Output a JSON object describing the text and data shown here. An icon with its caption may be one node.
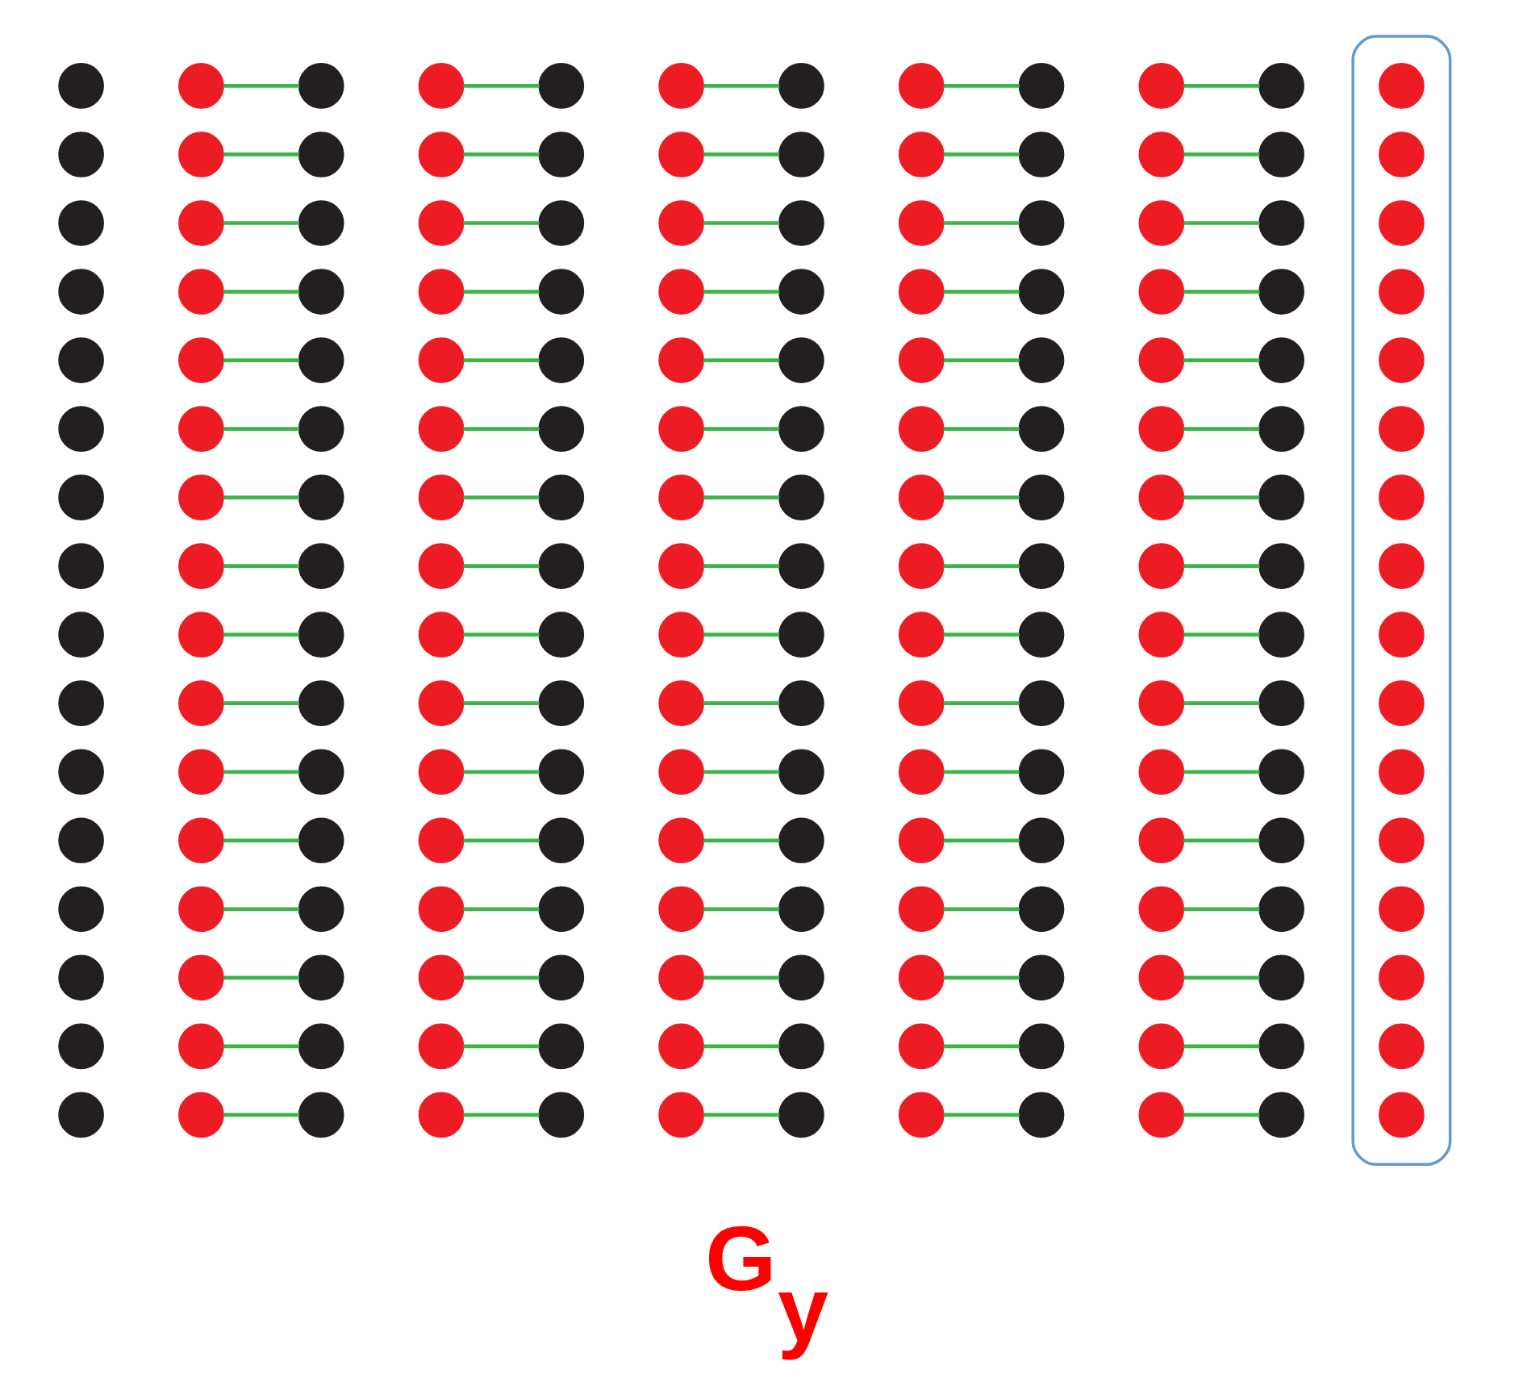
{
  "diagram": {
    "caption": "G$_{y}$",
    "nodes": [
      {
        "text": [],
        "shape": "circle"
      },
      {
        "text": [],
        "shape": "circle"
      },
      {
        "text": [],
        "shape": "circle"
      },
      {
        "text": [],
        "shape": "circle"
      },
      {
        "text": [],
        "shape": "circle"
      },
      {
        "text": [],
        "shape": "circle"
      },
      {
        "text": [],
        "shape": "circle"
      },
      {
        "text": [],
        "shape": "circle"
      },
      {
        "text": [],
        "shape": "circle"
      },
      {
        "text": [],
        "shape": "circle"
      },
      {
        "text": [],
        "shape": "circle"
      },
      {
        "text": [],
        "shape": "circle"
      },
      {
        "text": [],
        "shape": "circle"
      },
      {
        "text": [],
        "shape": "circle"
      },
      {
        "text": [],
        "shape": "circle"
      },
      {
        "text": [],
        "shape": "circle"
      },
      {
        "text": [],
        "shape": "circle"
      },
      {
        "text": [],
        "shape": "circle"
      },
      {
        "text": [],
        "shape": "circle"
      },
      {
        "text": [],
        "shape": "circle"
      },
      {
        "text": [],
        "shape": "circle"
      },
      {
        "text": [],
        "shape": "circle"
      },
      {
        "text": [],
        "shape": "circle"
      },
      {
        "text": [],
        "shape": "circle"
      },
      {
        "text": [],
        "shape": "circle"
      },
      {
        "text": [],
        "shape": "circle"
      },
      {
        "text": [],
        "shape": "circle"
      },
      {
        "text": [],
        "shape": "circle"
      },
      {
        "text": [],
        "shape": "circle"
      },
      {
        "text": [],
        "shape": "circle"
      },
      {
        "text": [],
        "shape": "circle"
      },
      {
        "text": [],
        "shape": "circle"
      },
      {
        "text": [],
        "shape": "circle"
      },
      {
        "text": [],
        "shape": "circle"
      },
      {
        "text": [],
        "shape": "circle"
      },
      {
        "text": [],
        "shape": "circle"
      },
      {
        "text": [],
        "shape": "circle"
      },
      {
        "text": [],
        "shape": "circle"
      },
      {
        "text": [],
        "shape": "circle"
      },
      {
        "text": [],
        "shape": "circle"
      },
      {
        "text": [],
        "shape": "circle"
      },
      {
        "text": [],
        "shape": "circle"
      },
      {
        "text": [],
        "shape": "circle"
      },
      {
        "text": [],
        "shape": "circle"
      },
      {
        "text": [],
        "shape": "circle"
      },
      {
        "text": [],
        "shape": "circle"
      },
      {
        "text": [],
        "shape": "circle"
      },
      {
        "text": [],
        "shape": "circle"
      },
      {
        "text": [],
        "shape": "circle"
      },
      {
        "text": [],
        "shape": "circle"
      },
      {
        "text": [],
        "shape": "circle"
      },
      {
        "text": [],
        "shape": "circle"
      },
      {
        "text": [],
        "shape": "circle"
      },
      {
        "text": [],
        "shape": "circle"
      },
      {
        "text": [],
        "shape": "circle"
      },
      {
        "text": [],
        "shape": "circle"
      },
      {
        "text": [],
        "shape": "circle"
      },
      {
        "text": [],
        "shape": "circle"
      },
      {
        "text": [],
        "shape": "circle"
      },
      {
        "text": [],
        "shape": "circle"
      },
      {
        "text": [],
        "shape": "circle"
      },
      {
        "text": [],
        "shape": "circle"
      },
      {
        "text": [],
        "shape": "circle"
      },
      {
        "text": [],
        "shape": "circle"
      },
      {
        "text": [],
        "shape": "circle"
      },
      {
        "text": [],
        "shape": "circle"
      },
      {
        "text": [],
        "shape": "circle"
      },
      {
        "text": [],
        "shape": "circle"
      },
      {
        "text": [],
        "shape": "circle"
      },
      {
        "text": [],
        "shape": "circle"
      },
      {
        "text": [],
        "shape": "circle"
      },
      {
        "text": [],
        "shape": "circle"
      },
      {
        "text": [],
        "shape": "circle"
      },
      {
        "text": [],
        "shape": "circle"
      },
      {
        "text": [],
        "shape": "circle"
      },
      {
        "text": [],
        "shape": "circle"
      },
      {
        "text": [],
        "shape": "circle"
      },
      {
        "text": [],
        "shape": "circle"
      },
      {
        "text": [],
        "shape": "circle"
      },
      {
        "text": [],
        "shape": "circle"
      },
      {
        "text": [],
        "shape": "circle"
      },
      {
        "text": [],
        "shape": "circle"
      },
      {
        "text": [],
        "shape": "circle"
      },
      {
        "text": [],
        "shape": "circle"
      },
      {
        "text": [],
        "shape": "circle"
      },
      {
        "text": [],
        "shape": "circle"
      },
      {
        "text": [],
        "shape": "circle"
      },
      {
        "text": [],
        "shape": "circle"
      },
      {
        "text": [],
        "shape": "circle"
      },
      {
        "text": [],
        "shape": "circle"
      },
      {
        "text": [],
        "shape": "circle"
      },
      {
        "text": [],
        "shape": "circle"
      },
      {
        "text": [],
        "shape": "circle"
      },
      {
        "text": [],
        "shape": "circle"
      },
      {
        "text": [],
        "shape": "circle"
      },
      {
        "text": [],
        "shape": "circle"
      },
      {
        "text": [],
        "shape": "circle"
      },
      {
        "text": [],
        "shape": "circle"
      },
      {
        "text": [],
        "shape": "circle"
      },
      {
        "text": [],
        "shape": "circle"
      },
      {
        "text": [],
        "shape": "circle"
      },
      {
        "text": [],
        "shape": "circle"
      },
      {
        "text": [],
        "shape": "circle"
      },
      {
        "text": [],
        "shape": "circle"
      },
      {
        "text": [],
        "shape": "circle"
      },
      {
        "text": [],
        "shape": "circle"
      },
      {
        "text": [],
        "shape": "circle"
      },
      {
        "text": [],
        "shape": "circle"
      },
      {
        "text": [],
        "shape": "circle"
      },
      {
        "text": [],
        "shape": "circle"
      },
      {
        "text": [],
        "shape": "circle"
      },
      {
        "text": [],
        "shape": "circle"
      },
      {
        "text": [],
        "shape": "circle"
      },
      {
        "text": [],
        "shape": "circle"
      },
      {
        "text": [],
        "shape": "circle"
      },
      {
        "text": [],
        "shape": "circle"
      },
      {
        "text": [],
        "shape": "circle"
      },
      {
        "text": [],
        "shape": "circle"
      },
      {
        "text": [],
        "shape": "circle"
      },
      {
        "text": [],
        "shape": "circle"
      },
      {
        "text": [],
        "shape": "circle"
      },
      {
        "text": [],
        "shape": "circle"
      },
      {
        "text": [],
        "shape": "circle"
      },
      {
        "text": [],
        "shape": "circle"
      },
      {
        "text": [],
        "shape": "circle"
      },
      {
        "text": [],
        "shape": "circle"
      },
      {
        "text": [],
        "shape": "circle"
      },
      {
        "text": [],
        "shape": "circle"
      },
      {
        "text": [],
        "shape": "circle"
      },
      {
        "text": [],
        "shape": "circle"
      },
      {
        "text": [],
        "shape": "circle"
      },
      {
        "text": [],
        "shape": "circle"
      },
      {
        "text": [],
        "shape": "circle"
      },
      {
        "text": [],
        "shape": "circle"
      },
      {
        "text": [],
        "shape": "circle"
      },
      {
        "text": [],
        "shape": "circle"
      },
      {
        "text": [],
        "shape": "circle"
      },
      {
        "text": [],
        "shape": "circle"
      },
      {
        "text": [],
        "shape": "circle"
      },
      {
        "text": [],
        "shape": "circle"
      },
      {
        "text": [],
        "shape": "circle"
      },
      {
        "text": [],
        "shape": "circle"
      },
      {
        "text": [],
        "shape": "circle"
      },
      {
        "text": [],
        "shape": "circle"
      },
      {
        "text": [],
        "shape": "circle"
      },
      {
        "text": [],
        "shape": "circle"
      },
      {
        "text": [],
        "shape": "circle"
      },
      {
        "text": [],
        "shape": "circle"
      },
      {
        "text": [],
        "shape": "circle"
      },
      {
        "text": [],
        "shape": "circle"
      },
      {
        "text": [],
        "shape": "circle"
      },
      {
        "text": [],
        "shape": "circle"
      },
      {
        "text": [],
        "shape": "circle"
      },
      {
        "text": [],
        "shape": "circle"
      },
      {
        "text": [],
        "shape": "circle"
      },
      {
        "text": [],
        "shape": "circle"
      },
      {
        "text": [],
        "shape": "circle"
      },
      {
        "text": [],
        "shape": "circle"
      },
      {
        "text": [],
        "shape": "circle"
      },
      {
        "text": [],
        "shape": "circle"
      },
      {
        "text": [],
        "shape": "circle"
      },
      {
        "text": [],
        "shape": "circle"
      },
      {
        "text": [],
        "shape": "circle"
      },
      {
        "text": [],
        "shape": "circle"
      },
      {
        "text": [],
        "shape": "circle"
      },
      {
        "text": [],
        "shape": "circle"
      },
      {
        "text": [],
        "shape": "circle"
      },
      {
        "text": [],
        "shape": "circle"
      },
      {
        "text": [],
        "shape": "circle"
      },
      {
        "text": [],
        "shape": "circle"
      },
      {
        "text": [],
        "shape": "circle"
      },
      {
        "text": [],
        "shape": "circle"
      },
      {
        "text": [],
        "shape": "circle"
      },
      {
        "text": [],
        "shape": "circle"
      },
      {
        "text": [],
        "shape": "circle"
      },
      {
        "text": [],
        "shape": "circle"
      },
      {
        "text": [],
        "shape": "ellipse"
      },
      {
        "text": [],
        "shape": "circle",
        "in": 176
      },
      {
        "text": [],
        "shape": "circle",
        "in": 176
      },
      {
        "text": [],
        "shape": "circle",
        "in": 176
      },
      {
        "text": [],
        "shape": "circle",
        "in": 176
      },
      {
        "text": [],
        "shape": "circle",
        "in": 176
      },
      {
        "text": [],
        "shape": "circle",
        "in": 176
      },
      {
        "text": [],
        "shape": "circle",
        "in": 176
      },
      {
        "text": [],
        "shape": "circle",
        "in": 176
      },
      {
        "text": [],
        "shape": "circle",
        "in": 176
      },
      {
        "text": [],
        "shape": "circle",
        "in": 176
      },
      {
        "text": [],
        "shape": "circle",
        "in": 176
      },
      {
        "text": [],
        "shape": "circle",
        "in": 176
      },
      {
        "text": [],
        "shape": "circle",
        "in": 176
      },
      {
        "text": [],
        "shape": "circle",
        "in": 176
      },
      {
        "text": [],
        "shape": "circle",
        "in": 176
      },
      {
        "text": [],
        "shape": "circle",
        "in": 176
      }
    ],
    "edges": [
      {
        "from": 16,
        "to": 32,
        "arrow": "none"
      },
      {
        "from": 17,
        "to": 33,
        "arrow": "none"
      },
      {
        "from": 18,
        "to": 34,
        "arrow": "none"
      },
      {
        "from": 19,
        "to": 35,
        "arrow": "none"
      },
      {
        "from": 20,
        "to": 36,
        "arrow": "none"
      },
      {
        "from": 21,
        "to": 37,
        "arrow": "none"
      },
      {
        "from": 22,
        "to": 38,
        "arrow": "none"
      },
      {
        "from": 23,
        "to": 39,
        "arrow": "none"
      },
      {
        "from": 24,
        "to": 40,
        "arrow": "none"
      },
      {
        "from": 25,
        "to": 41,
        "arrow": "none"
      },
      {
        "from": 26,
        "to": 42,
        "arrow": "none"
      },
      {
        "from": 27,
        "to": 43,
        "arrow": "none"
      },
      {
        "from": 28,
        "to": 44,
        "arrow": "none"
      },
      {
        "from": 29,
        "to": 45,
        "arrow": "none"
      },
      {
        "from": 30,
        "to": 46,
        "arrow": "none"
      },
      {
        "from": 31,
        "to": 47,
        "arrow": "none"
      },
      {
        "from": 48,
        "to": 64,
        "arrow": "none"
      },
      {
        "from": 49,
        "to": 65,
        "arrow": "none"
      },
      {
        "from": 50,
        "to": 66,
        "arrow": "none"
      },
      {
        "from": 51,
        "to": 67,
        "arrow": "none"
      },
      {
        "from": 52,
        "to": 68,
        "arrow": "none"
      },
      {
        "from": 53,
        "to": 69,
        "arrow": "none"
      },
      {
        "from": 54,
        "to": 70,
        "arrow": "none"
      },
      {
        "from": 55,
        "to": 71,
        "arrow": "none"
      },
      {
        "from": 56,
        "to": 72,
        "arrow": "none"
      },
      {
        "from": 57,
        "to": 73,
        "arrow": "none"
      },
      {
        "from": 58,
        "to": 74,
        "arrow": "none"
      },
      {
        "from": 59,
        "to": 75,
        "arrow": "none"
      },
      {
        "from": 60,
        "to": 76,
        "arrow": "none"
      },
      {
        "from": 61,
        "to": 77,
        "arrow": "none"
      },
      {
        "from": 62,
        "to": 78,
        "arrow": "none"
      },
      {
        "from": 63,
        "to": 79,
        "arrow": "none"
      },
      {
        "from": 80,
        "to": 96,
        "arrow": "none"
      },
      {
        "from": 81,
        "to": 97,
        "arrow": "none"
      },
      {
        "from": 82,
        "to": 98,
        "arrow": "none"
      },
      {
        "from": 83,
        "to": 99,
        "arrow": "none"
      },
      {
        "from": 84,
        "to": 100,
        "arrow": "none"
      },
      {
        "from": 85,
        "to": 101,
        "arrow": "none"
      },
      {
        "from": 86,
        "to": 102,
        "arrow": "none"
      },
      {
        "from": 87,
        "to": 103,
        "arrow": "none"
      },
      {
        "from": 88,
        "to": 104,
        "arrow": "none"
      },
      {
        "from": 89,
        "to": 105,
        "arrow": "none"
      },
      {
        "from": 90,
        "to": 106,
        "arrow": "none"
      },
      {
        "from": 91,
        "to": 107,
        "arrow": "none"
      },
      {
        "from": 92,
        "to": 108,
        "arrow": "none"
      },
      {
        "from": 93,
        "to": 109,
        "arrow": "none"
      },
      {
        "from": 94,
        "to": 110,
        "arrow": "none"
      },
      {
        "from": 95,
        "to": 111,
        "arrow": "none"
      },
      {
        "from": 112,
        "to": 128,
        "arrow": "none"
      },
      {
        "from": 113,
        "to": 129,
        "arrow": "none"
      },
      {
        "from": 114,
        "to": 130,
        "arrow": "none"
      },
      {
        "from": 115,
        "to": 131,
        "arrow": "none"
      },
      {
        "from": 116,
        "to": 132,
        "arrow": "none"
      },
      {
        "from": 117,
        "to": 133,
        "arrow": "none"
      },
      {
        "from": 118,
        "to": 134,
        "arrow": "none"
      },
      {
        "from": 119,
        "to": 135,
        "arrow": "none"
      },
      {
        "from": 120,
        "to": 136,
        "arrow": "none"
      },
      {
        "from": 121,
        "to": 137,
        "arrow": "none"
      },
      {
        "from": 122,
        "to": 138,
        "arrow": "none"
      },
      {
        "from": 123,
        "to": 139,
        "arrow": "none"
      },
      {
        "from": 124,
        "to": 140,
        "arrow": "none"
      },
      {
        "from": 125,
        "to": 141,
        "arrow": "none"
      },
      {
        "from": 126,
        "to": 142,
        "arrow": "none"
      },
      {
        "from": 127,
        "to": 143,
        "arrow": "none"
      },
      {
        "from": 144,
        "to": 160,
        "arrow": "none"
      },
      {
        "from": 145,
        "to": 161,
        "arrow": "none"
      },
      {
        "from": 146,
        "to": 162,
        "arrow": "none"
      },
      {
        "from": 147,
        "to": 163,
        "arrow": "none"
      },
      {
        "from": 148,
        "to": 164,
        "arrow": "none"
      },
      {
        "from": 149,
        "to": 165,
        "arrow": "none"
      },
      {
        "from": 150,
        "to": 166,
        "arrow": "none"
      },
      {
        "from": 151,
        "to": 167,
        "arrow": "none"
      },
      {
        "from": 152,
        "to": 168,
        "arrow": "none"
      },
      {
        "from": 153,
        "to": 169,
        "arrow": "none"
      },
      {
        "from": 154,
        "to": 170,
        "arrow": "none"
      },
      {
        "from": 155,
        "to": 171,
        "arrow": "none"
      },
      {
        "from": 156,
        "to": 172,
        "arrow": "none"
      },
      {
        "from": 157,
        "to": 173,
        "arrow": "none"
      },
      {
        "from": 158,
        "to": 174,
        "arrow": "none"
      },
      {
        "from": 159,
        "to": 175,
        "arrow": "none"
      }
    ]
  }
}
